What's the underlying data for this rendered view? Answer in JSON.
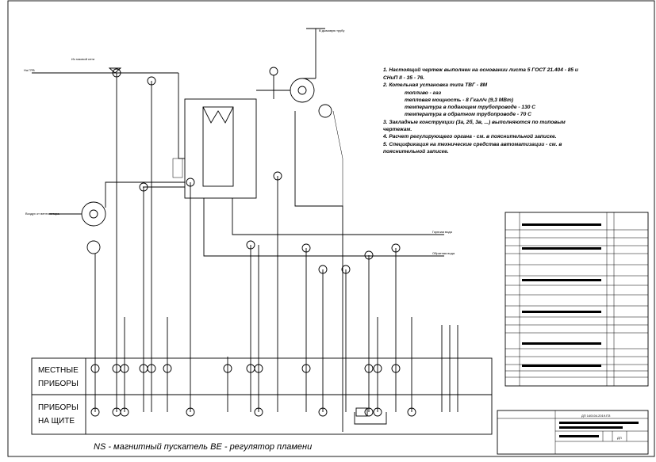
{
  "labels": {
    "gas_line": "Из газовой сети",
    "gas_inlet": "На ГРВ",
    "flue_outlet": "В дымовую трубу",
    "air_inlet": "Воздух от вентилятора",
    "water_out": "Горячая вода",
    "water_in": "Обратная вода"
  },
  "notes": [
    "1. Настоящий чертеж выполнен на основании листа 5 ГОСТ 21.404 - 85 и",
    "СНиП II - 35 - 76.",
    "2. Котельная установка типа ТВГ - 8М",
    "топливо - газ",
    "тепловая мощность - 8 Гкал/ч (9,3 МВт)",
    "температура в подающем трубопроводе - 130 C",
    "температура в обратном трубопроводе - 70 C",
    "3. Закладные конструкции (3а, 2б, 3в, ...) выполняются по типовым",
    "чертежам.",
    "4. Расчет регулирующего органа - см. в пояснительной записке.",
    "5. Спецификация на технические средства автоматизации - см. в",
    "пояснительной записке."
  ],
  "table": {
    "local_line1": "МЕСТНЫЕ",
    "local_line2": "ПРИБОРЫ",
    "panel_line1": "ПРИБОРЫ",
    "panel_line2": "НА ЩИТЕ"
  },
  "caption": "NS - магнитный пускатель  BE - регулятор пламени",
  "title_block": {
    "code": "ДП 140104.2019.ПЗ",
    "sheet": "ДП"
  }
}
